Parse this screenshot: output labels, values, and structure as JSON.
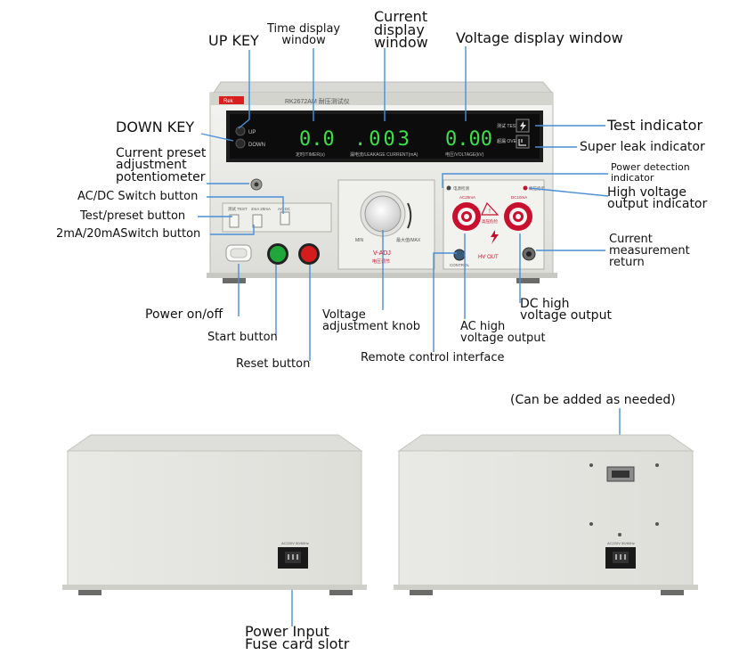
{
  "device": {
    "brand": "Rek",
    "model": "RK2672AM 耐压测试仪",
    "key_up": "UP",
    "key_down": "DOWN",
    "timer_value": "0.0",
    "current_value": ".003",
    "voltage_value": "0.00",
    "timer_caption": "定时/TIMER(s)",
    "current_caption": "漏电流/LEAKAGE CURRENT(mA)",
    "voltage_caption": "电压/VOLTAGE(kV)",
    "test_tag": "测试\nTEST",
    "over_tag": "超漏\nOVER",
    "switch_test_preset": "测试 TEST",
    "switch_range": "2mA 20mA",
    "switch_acdc": "AC DC",
    "knob_min": "MIN",
    "knob_max": "最大值/MAX",
    "knob_adj": "V-ADJ",
    "knob_adj_cn": "电压调节",
    "power_det": "电源检测",
    "hv_ind": "高压指示",
    "ac_label": "AC20mA",
    "dc_label": "DC10mA",
    "danger": "高压危险",
    "hv_out": "HV OUT",
    "control": "CONTROL",
    "inlet_caption": "AC220V 50/60Hz"
  },
  "labels": {
    "up_key": "UP KEY",
    "time_display_1": "Time display",
    "time_display_2": "window",
    "current_display_1": "Current",
    "current_display_2": "display",
    "current_display_3": "window",
    "voltage_display": "Voltage display window",
    "down_key": "DOWN KEY",
    "test_indicator": "Test indicator",
    "super_leak": "Super leak indicator",
    "preset_1": "Current preset",
    "preset_2": "adjustment",
    "preset_3": "potentiometer",
    "power_detect_1": "Power detection",
    "power_detect_2": "indicator",
    "hv_indicator_1": "High voltage",
    "hv_indicator_2": "output indicator",
    "acdc_switch": "AC/DC Switch button",
    "test_preset": "Test/preset button",
    "range_switch": "2mA/20mASwitch button",
    "current_return_1": "Current",
    "current_return_2": "measurement",
    "current_return_3": "return",
    "power_onoff": "Power on/off",
    "start_button": "Start button",
    "reset_button": "Reset button",
    "knob_1": "Voltage",
    "knob_2": "adjustment knob",
    "ac_hv_1": "AC high",
    "ac_hv_2": "voltage output",
    "dc_hv_1": "DC high",
    "dc_hv_2": "voltage output",
    "remote": "Remote control interface",
    "optional": "(Can be added as needed)",
    "power_input_1": "Power Input",
    "power_input_2": "Fuse card slotr"
  },
  "colors": {
    "leader": "#4a8fd6",
    "panel": "#e6e6e3",
    "display_bg": "#0c0c0c",
    "digit_green": "#3be04a",
    "start_green": "#1ea83a",
    "reset_red": "#d41c1c",
    "terminal_red": "#c8102e"
  }
}
